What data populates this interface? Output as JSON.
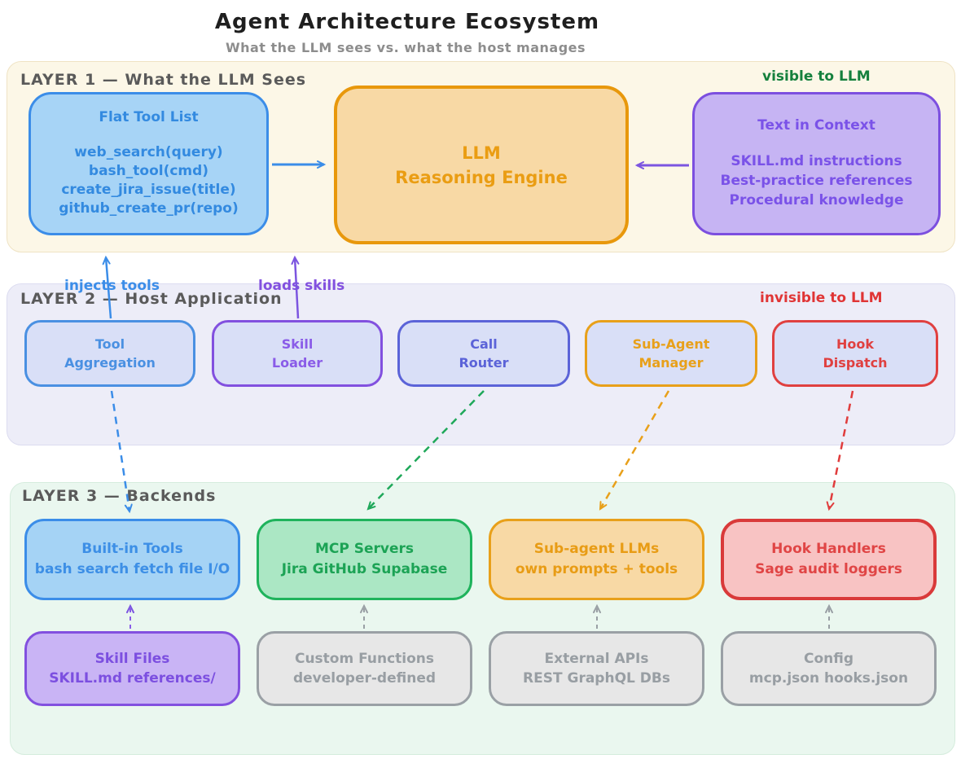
{
  "title": "Agent Architecture Ecosystem",
  "subtitle": "What the LLM sees vs. what the host manages",
  "colors": {
    "blue": "#3b8de8",
    "orange": "#e8980c",
    "purple": "#7c4fdf",
    "indigo": "#5b63d8",
    "green": "#1fa85a",
    "red": "#e03c3c",
    "gray": "#9aa0a5",
    "visible_badge_green": "#15803d",
    "invisible_badge_red": "#e03535"
  },
  "layer1": {
    "label": "LAYER 1 — What the LLM Sees",
    "visible_badge": "visible to LLM",
    "flat_tool_list": {
      "title": "Flat Tool List",
      "lines": [
        "web_search(query)",
        "bash_tool(cmd)",
        "create_jira_issue(title)",
        "github_create_pr(repo)"
      ]
    },
    "llm_engine": {
      "line1": "LLM",
      "line2": "Reasoning Engine"
    },
    "text_in_context": {
      "title": "Text in Context",
      "lines": [
        "SKILL.md instructions",
        "Best-practice references",
        "Procedural knowledge"
      ]
    }
  },
  "layer2": {
    "label": "LAYER 2 — Host Application",
    "invisible_badge": "invisible to LLM",
    "injects_tools_label": "injects tools",
    "loads_skills_label": "loads skills",
    "boxes": [
      {
        "line1": "Tool",
        "line2": "Aggregation"
      },
      {
        "line1": "Skill",
        "line2": "Loader"
      },
      {
        "line1": "Call",
        "line2": "Router"
      },
      {
        "line1": "Sub-Agent",
        "line2": "Manager"
      },
      {
        "line1": "Hook",
        "line2": "Dispatch"
      }
    ]
  },
  "layer3": {
    "label": "LAYER 3 — Backends",
    "top_row": [
      {
        "title": "Built-in Tools",
        "subtitle": "bash search fetch file I/O"
      },
      {
        "title": "MCP Servers",
        "subtitle": "Jira GitHub Supabase"
      },
      {
        "title": "Sub-agent LLMs",
        "subtitle": "own prompts + tools"
      },
      {
        "title": "Hook Handlers",
        "subtitle": "Sage audit loggers"
      }
    ],
    "bottom_row": [
      {
        "title": "Skill Files",
        "subtitle": "SKILL.md references/"
      },
      {
        "title": "Custom Functions",
        "subtitle": "developer-defined"
      },
      {
        "title": "External APIs",
        "subtitle": "REST GraphQL DBs"
      },
      {
        "title": "Config",
        "subtitle": "mcp.json hooks.json"
      }
    ]
  }
}
